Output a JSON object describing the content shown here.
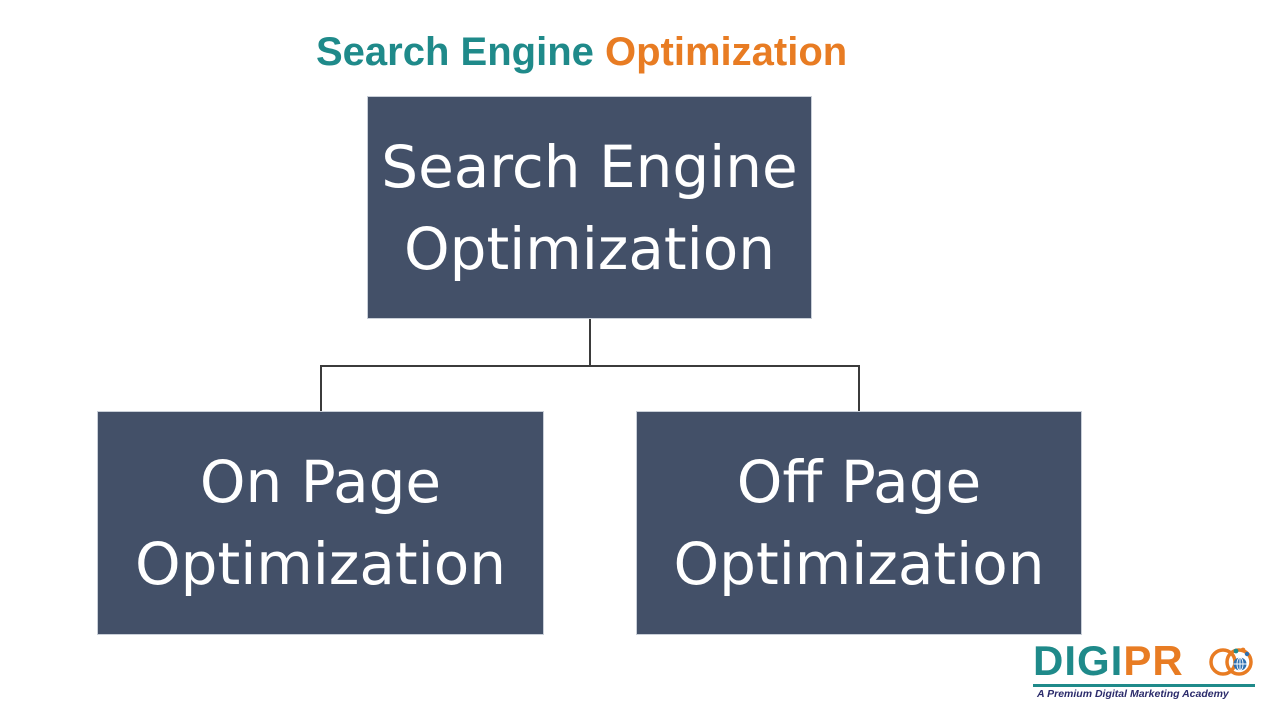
{
  "title": {
    "part1": "Search Engine",
    "part2": "Optimization",
    "color_part1": "#1f8a8a",
    "color_part2": "#e87c23"
  },
  "diagram": {
    "root": {
      "line1": "Search Engine",
      "line2": "Optimization"
    },
    "children": [
      {
        "line1": "On Page",
        "line2": "Optimization"
      },
      {
        "line1": "Off Page",
        "line2": "Optimization"
      }
    ],
    "box_color": "#435068",
    "text_color": "#ffffff"
  },
  "logo": {
    "word_part1": "DIGI",
    "word_part2": "PR",
    "tagline": "A Premium Digital Marketing Academy",
    "icon": "globe-people-icon"
  }
}
